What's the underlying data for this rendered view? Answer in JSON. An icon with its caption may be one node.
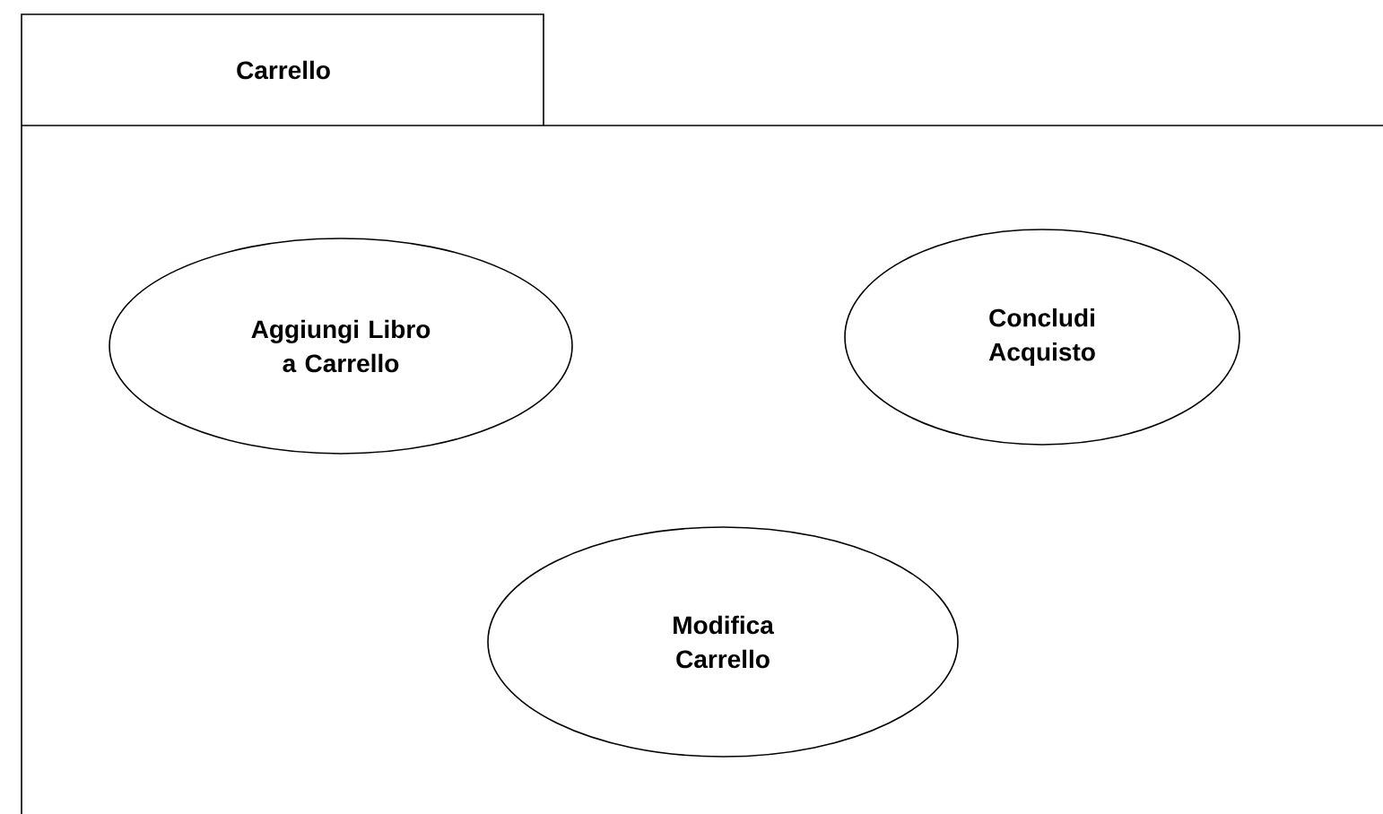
{
  "diagram": {
    "nodes": [
      {
        "text": [
          "Carrello"
        ]
      },
      {
        "text": [
          "Aggiungi Libro a Carrello"
        ],
        "in": 0
      },
      {
        "text": [
          "Concludi Acquisto"
        ],
        "in": 0
      },
      {
        "text": [
          "Modifica Carrello"
        ],
        "in": 0
      }
    ]
  }
}
